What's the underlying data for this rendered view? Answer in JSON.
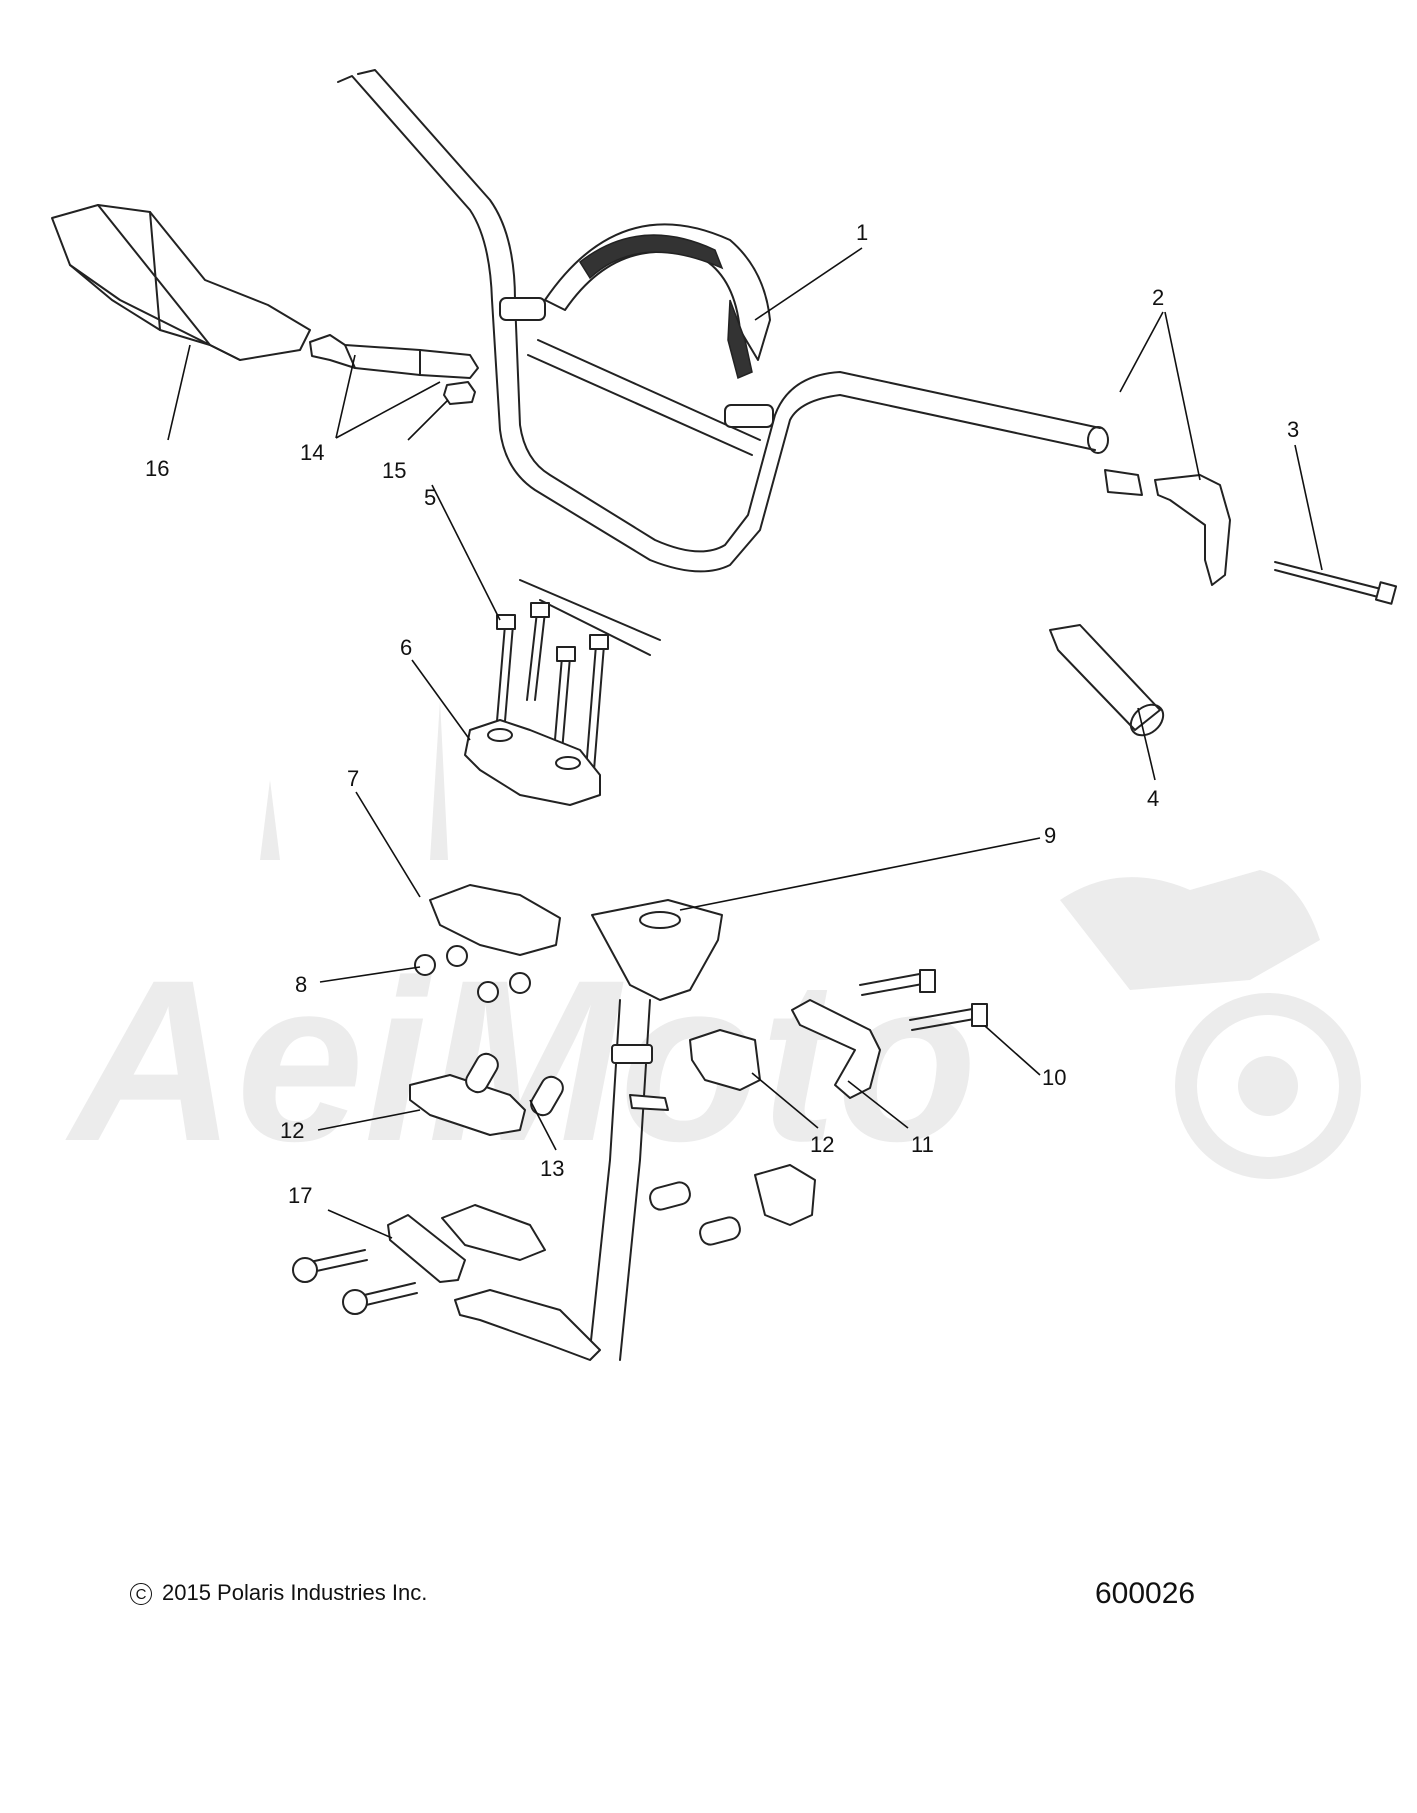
{
  "watermark": {
    "text": "AeiMoto",
    "color": "#e6e6e6"
  },
  "callouts": [
    {
      "id": "c1",
      "label": "1"
    },
    {
      "id": "c2",
      "label": "2"
    },
    {
      "id": "c3",
      "label": "3"
    },
    {
      "id": "c4",
      "label": "4"
    },
    {
      "id": "c5",
      "label": "5"
    },
    {
      "id": "c6",
      "label": "6"
    },
    {
      "id": "c7",
      "label": "7"
    },
    {
      "id": "c8",
      "label": "8"
    },
    {
      "id": "c9",
      "label": "9"
    },
    {
      "id": "c10",
      "label": "10"
    },
    {
      "id": "c11",
      "label": "11"
    },
    {
      "id": "c12a",
      "label": "12"
    },
    {
      "id": "c12b",
      "label": "12"
    },
    {
      "id": "c13",
      "label": "13"
    },
    {
      "id": "c14",
      "label": "14"
    },
    {
      "id": "c15",
      "label": "15"
    },
    {
      "id": "c16",
      "label": "16"
    },
    {
      "id": "c17",
      "label": "17"
    }
  ],
  "footer": {
    "copyright_symbol": "C",
    "copyright_text": "2015 Polaris Industries Inc.",
    "diagram_number": "600026"
  }
}
